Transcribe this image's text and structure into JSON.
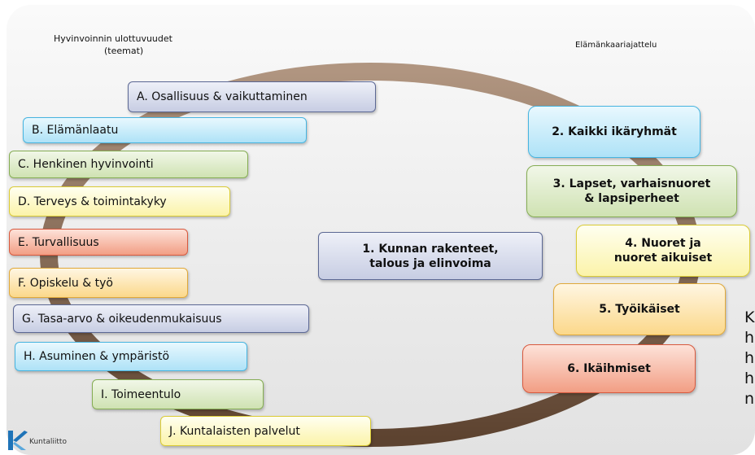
{
  "headers": {
    "left": "Hyvinvoinnin ulottuvuudet",
    "left_sub": "(teemat)",
    "right": "Elämänkaariajattelu"
  },
  "themes": [
    {
      "label": "A. Osallisuus & vaikuttaminen",
      "color": "navy"
    },
    {
      "label": "B. Elämänlaatu",
      "color": "cyan"
    },
    {
      "label": "C. Henkinen hyvinvointi",
      "color": "green"
    },
    {
      "label": "D. Terveys & toimintakyky",
      "color": "yellow"
    },
    {
      "label": "E. Turvallisuus",
      "color": "red"
    },
    {
      "label": "F. Opiskelu & työ",
      "color": "orange"
    },
    {
      "label": "G. Tasa-arvo & oikeudenmukaisuus",
      "color": "navy"
    },
    {
      "label": "H. Asuminen & ympäristö",
      "color": "cyan"
    },
    {
      "label": "I. Toimeentulo",
      "color": "green"
    },
    {
      "label": "J. Kuntalaisten palvelut",
      "color": "yellow"
    }
  ],
  "center": {
    "line1": "1.  Kunnan rakenteet,",
    "line2": "talous ja elinvoima"
  },
  "life_stages": [
    {
      "line1": "2. Kaikki ikäryhmät",
      "line2": "",
      "color": "cyan"
    },
    {
      "line1": "3. Lapset, varhaisnuoret",
      "line2": "& lapsiperheet",
      "color": "green"
    },
    {
      "line1": "4. Nuoret ja",
      "line2": "nuoret aikuiset",
      "color": "yellow"
    },
    {
      "line1": "5. Työikäiset",
      "line2": "",
      "color": "orange"
    },
    {
      "line1": "6. Ikäihmiset",
      "line2": "",
      "color": "red"
    }
  ],
  "side_text": [
    "K",
    "h",
    "h",
    "h",
    "n"
  ],
  "logo": {
    "text": "Kuntaliitto"
  },
  "colors": {
    "ring": "#8a6a4f",
    "accent_blue": "#1f74b8"
  }
}
